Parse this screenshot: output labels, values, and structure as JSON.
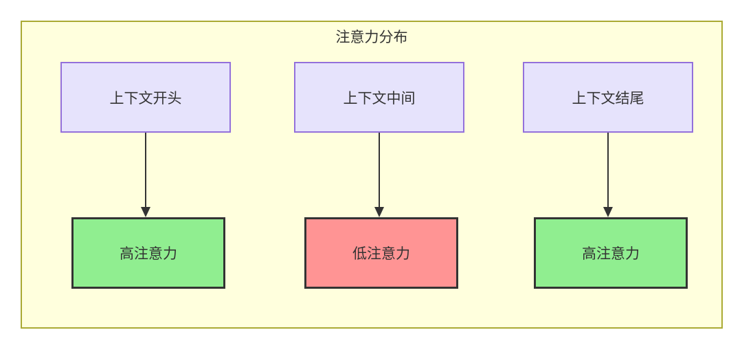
{
  "diagram": {
    "title": "注意力分布",
    "container": {
      "fill": "#ffffdd",
      "border": "#aaaa33"
    },
    "nodes": {
      "top": [
        {
          "id": "ctx-start",
          "label": "上下文开头",
          "fill": "#e6e3fc",
          "border": "#9370db"
        },
        {
          "id": "ctx-mid",
          "label": "上下文中间",
          "fill": "#e6e3fc",
          "border": "#9370db"
        },
        {
          "id": "ctx-end",
          "label": "上下文结尾",
          "fill": "#e6e3fc",
          "border": "#9370db"
        }
      ],
      "bottom": [
        {
          "id": "high-1",
          "label": "高注意力",
          "fill": "#90ee90",
          "border": "#333333"
        },
        {
          "id": "low",
          "label": "低注意力",
          "fill": "#ff9494",
          "border": "#333333"
        },
        {
          "id": "high-2",
          "label": "高注意力",
          "fill": "#90ee90",
          "border": "#333333"
        }
      ]
    },
    "edges": [
      {
        "from": "ctx-start",
        "to": "high-1",
        "label": ""
      },
      {
        "from": "ctx-mid",
        "to": "low",
        "label": ""
      },
      {
        "from": "ctx-end",
        "to": "high-2",
        "label": ""
      }
    ]
  }
}
